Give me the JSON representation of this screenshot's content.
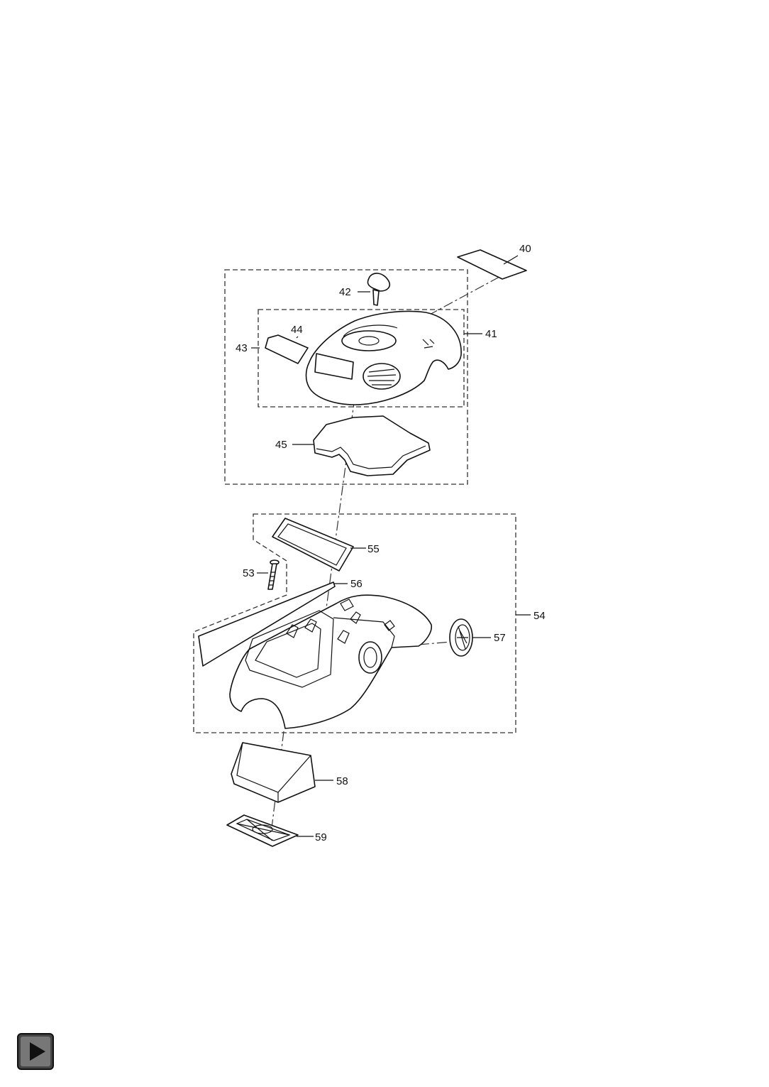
{
  "parts": {
    "p40": "40",
    "p41": "41",
    "p42": "42",
    "p43": "43",
    "p44": "44",
    "p45": "45",
    "p53": "53",
    "p54": "54",
    "p55": "55",
    "p56": "56",
    "p57": "57",
    "p58": "58",
    "p59": "59"
  },
  "navigation": {
    "next_icon": "play-icon"
  }
}
